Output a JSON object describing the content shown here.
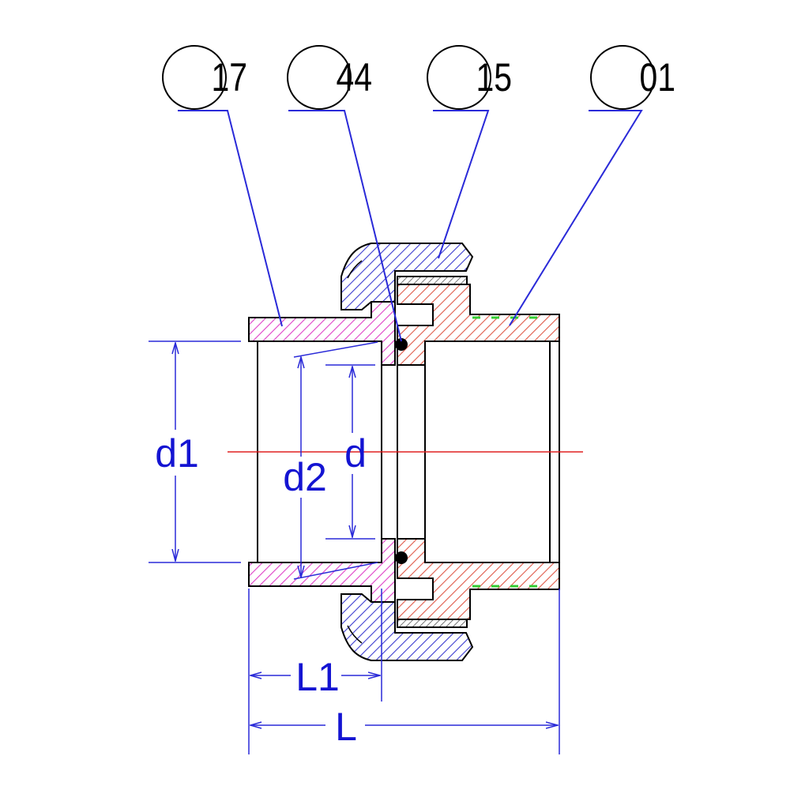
{
  "balloons": [
    {
      "id": "b17",
      "label": "17"
    },
    {
      "id": "b44",
      "label": "44"
    },
    {
      "id": "b15",
      "label": "15"
    },
    {
      "id": "b01",
      "label": "01"
    }
  ],
  "dimensions": {
    "d1": "d1",
    "d2": "d2",
    "d": "d",
    "L1": "L1",
    "L": "L"
  },
  "colors": {
    "part_17_hatch": "#e040c8",
    "part_15_hatch": "#3c3cd0",
    "part_01_hatch": "#e05a4a",
    "dimension": "#2a2ad8",
    "centerline": "#e02020",
    "oring": "#000000",
    "thread_mark": "#33cc33"
  }
}
